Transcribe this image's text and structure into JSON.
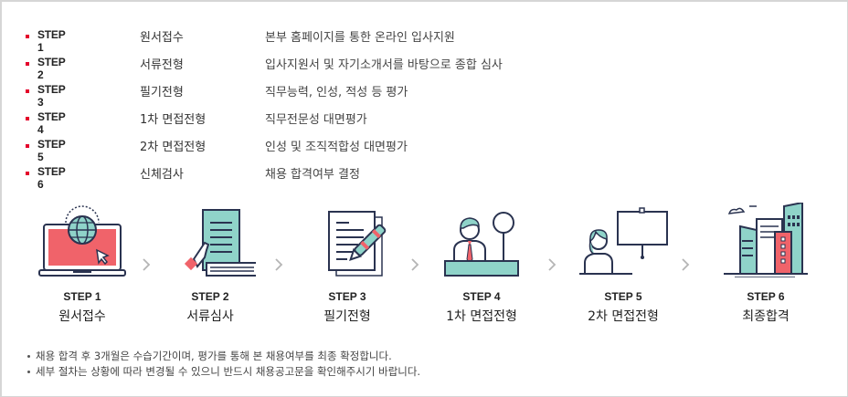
{
  "steps_list": [
    {
      "step": "STEP 1",
      "name": "원서접수",
      "desc": "본부 홈페이지를 통한 온라인 입사지원"
    },
    {
      "step": "STEP 2",
      "name": "서류전형",
      "desc": "입사지원서 및 자기소개서를 바탕으로 종합 심사"
    },
    {
      "step": "STEP 3",
      "name": "필기전형",
      "desc": "직무능력, 인성, 적성 등 평가"
    },
    {
      "step": "STEP 4",
      "name": "1차 면접전형",
      "desc": "직무전문성 대면평가"
    },
    {
      "step": "STEP 5",
      "name": "2차 면접전형",
      "desc": "인성 및 조직적합성 대면평가"
    },
    {
      "step": "STEP 6",
      "name": "신체검사",
      "desc": "채용 합격여부 결정"
    }
  ],
  "flow": [
    {
      "step": "STEP 1",
      "name": "원서접수",
      "icon": "laptop-globe-icon"
    },
    {
      "step": "STEP 2",
      "name": "서류심사",
      "icon": "document-hand-icon"
    },
    {
      "step": "STEP 3",
      "name": "필기전형",
      "icon": "paper-pen-icon"
    },
    {
      "step": "STEP 4",
      "name": "1차 면접전형",
      "icon": "interviewer-desk-icon"
    },
    {
      "step": "STEP 5",
      "name": "2차 면접전형",
      "icon": "presenter-board-icon"
    },
    {
      "step": "STEP 6",
      "name": "최종합격",
      "icon": "city-buildings-icon"
    }
  ],
  "flow_arrow": "›",
  "notes": [
    "채용 합격 후 3개월은 수습기간이며, 평가를 통해 본 채용여부를 최종 확정합니다.",
    "세부 절차는 상황에 따라 변경될 수 있으니 반드시 채용공고문을 확인해주시기 바랍니다."
  ],
  "colors": {
    "accent_red": "#e4002b",
    "icon_red": "#f0636a",
    "icon_teal": "#8fd3c9",
    "icon_line": "#2a3350",
    "arrow_gray": "#b5b5b5",
    "border": "#d6d6d6"
  }
}
